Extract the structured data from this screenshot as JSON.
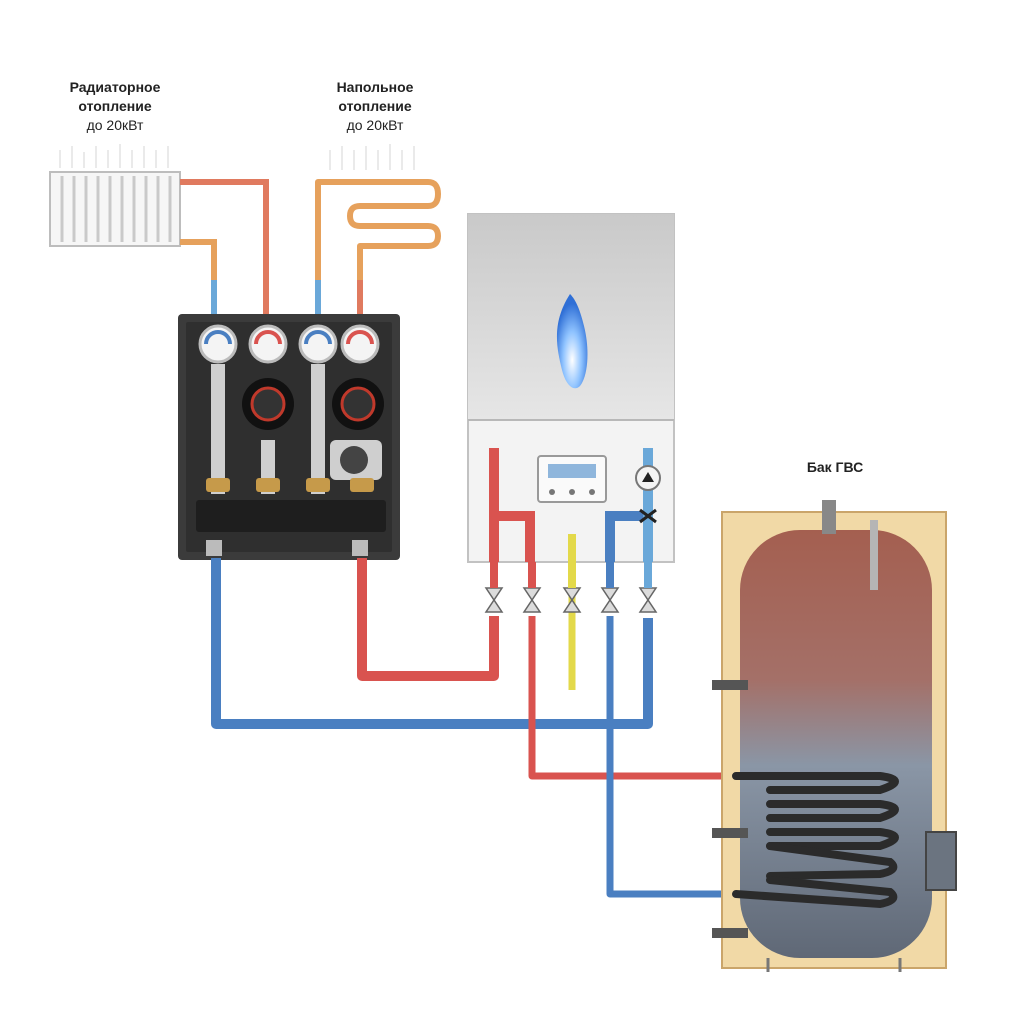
{
  "labels": {
    "radiator": {
      "line1": "Радиаторное",
      "line2": "отопление",
      "line3": "до 20кВт"
    },
    "floor": {
      "line1": "Напольное",
      "line2": "отопление",
      "line3": "до 20кВт"
    },
    "tank": "Бак ГВС"
  },
  "colors": {
    "hot_pipe": "#d9534f",
    "cold_pipe": "#4a7fc1",
    "warm_pipe": "#e6a15c",
    "supply_line": "#e3d94a",
    "module_body": "#3b3b3b",
    "boiler_top": "#d4d4d4",
    "boiler_bottom": "#f3f3f3",
    "tank_jacket": "#f1d9a6",
    "tank_hot": "#a86252",
    "tank_cold": "#6e7785"
  },
  "icons": [
    "radiator-icon",
    "floor-heating-coil-icon",
    "hydraulic-module-icon",
    "gas-boiler-icon",
    "flame-icon",
    "hot-water-tank-icon"
  ]
}
